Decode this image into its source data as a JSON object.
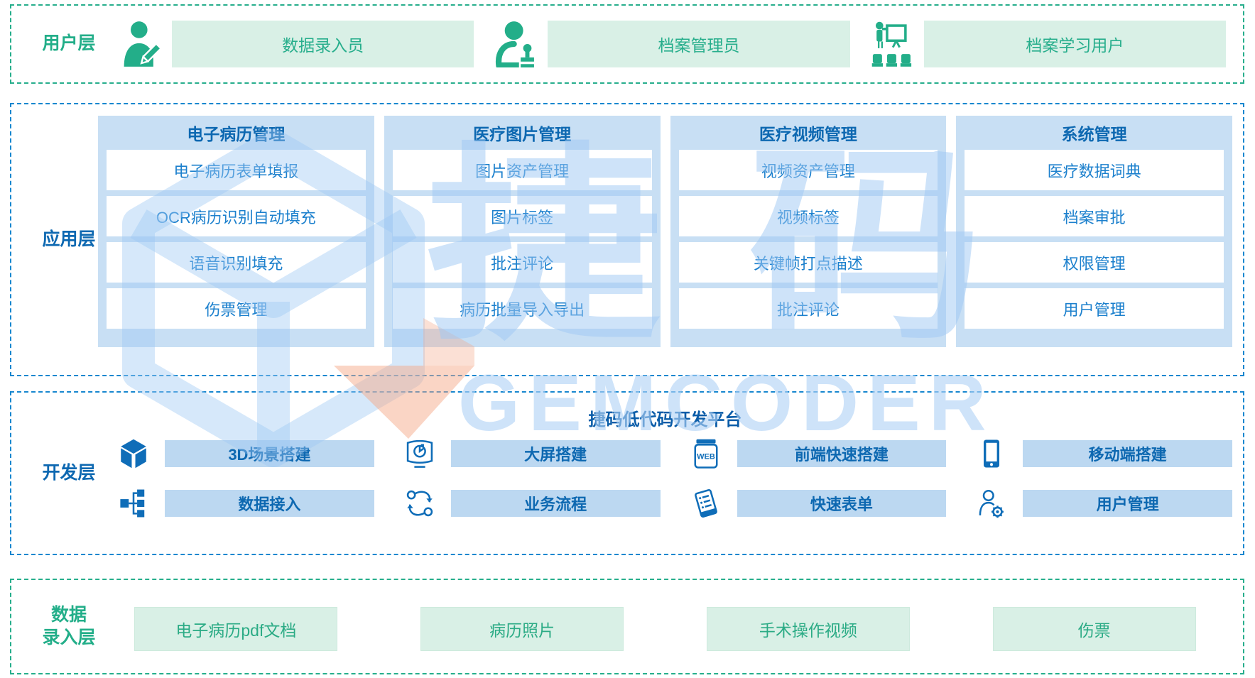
{
  "watermark": {
    "cn": "捷码",
    "en": "GEMCODER"
  },
  "colors": {
    "teal": "#27ae8c",
    "teal_bg": "#d9f0e6",
    "blue_dashed": "#1787cf",
    "blue_header": "#0d68b1",
    "blue_row_text": "#1c80cd",
    "column_bg": "#c8dff4",
    "dev_btn_bg": "#bcd8f1",
    "watermark_blue": "#9ec8f3",
    "watermark_salmon": "#f4a786"
  },
  "user_layer": {
    "label": "用户层",
    "items": [
      {
        "icon": "person-edit-icon",
        "label": "数据录入员"
      },
      {
        "icon": "person-stamp-icon",
        "label": "档案管理员"
      },
      {
        "icon": "classroom-icon",
        "label": "档案学习用户"
      }
    ]
  },
  "app_layer": {
    "label": "应用层",
    "columns": [
      {
        "header": "电子病历管理",
        "items": [
          "电子病历表单填报",
          "OCR病历识别自动填充",
          "语音识别填充",
          "伤票管理"
        ]
      },
      {
        "header": "医疗图片管理",
        "items": [
          "图片资产管理",
          "图片标签",
          "批注评论",
          "病历批量导入导出"
        ]
      },
      {
        "header": "医疗视频管理",
        "items": [
          "视频资产管理",
          "视频标签",
          "关键帧打点描述",
          "批注评论"
        ]
      },
      {
        "header": "系统管理",
        "items": [
          "医疗数据词典",
          "档案审批",
          "权限管理",
          "用户管理"
        ]
      }
    ]
  },
  "dev_layer": {
    "label": "开发层",
    "platform_title": "捷码低代码开发平台",
    "items": [
      {
        "icon": "3d-cube-icon",
        "label": "3D场景搭建"
      },
      {
        "icon": "big-screen-icon",
        "label": "大屏搭建"
      },
      {
        "icon": "web-browser-icon",
        "label": "前端快速搭建"
      },
      {
        "icon": "mobile-device-icon",
        "label": "移动端搭建"
      },
      {
        "icon": "data-tree-icon",
        "label": "数据接入"
      },
      {
        "icon": "workflow-icon",
        "label": "业务流程"
      },
      {
        "icon": "form-icon",
        "label": "快速表单"
      },
      {
        "icon": "user-gear-icon",
        "label": "用户管理"
      }
    ]
  },
  "data_layer": {
    "label_line1": "数据",
    "label_line2": "录入层",
    "items": [
      "电子病历pdf文档",
      "病历照片",
      "手术操作视频",
      "伤票"
    ]
  }
}
